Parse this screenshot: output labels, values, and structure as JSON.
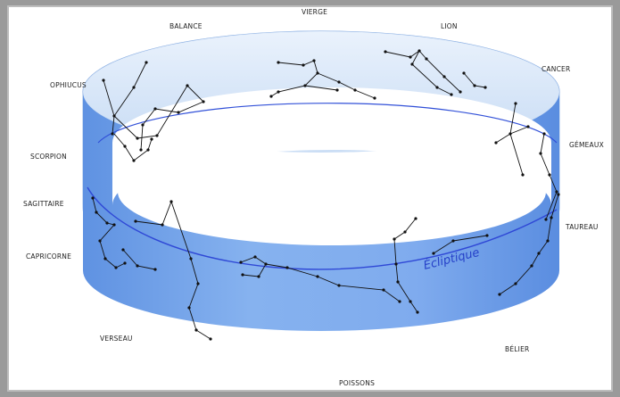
{
  "diagram": {
    "colors": {
      "background": "#ffffff",
      "frame": "#9a9a9a",
      "band_light": "#d6e6f8",
      "band_dark": "#6f9fe8",
      "ecliptic_line": "#2f48d6",
      "stars": "#111111"
    },
    "ecliptic_label": "Écliptique",
    "constellations": [
      "VIERGE",
      "BALANCE",
      "LION",
      "OPHIUCUS",
      "CANCER",
      "SCORPION",
      "GÉMEAUX",
      "SAGITTAIRE",
      "TAUREAU",
      "CAPRICORNE",
      "VERSEAU",
      "BÉLIER",
      "POISSONS"
    ]
  }
}
